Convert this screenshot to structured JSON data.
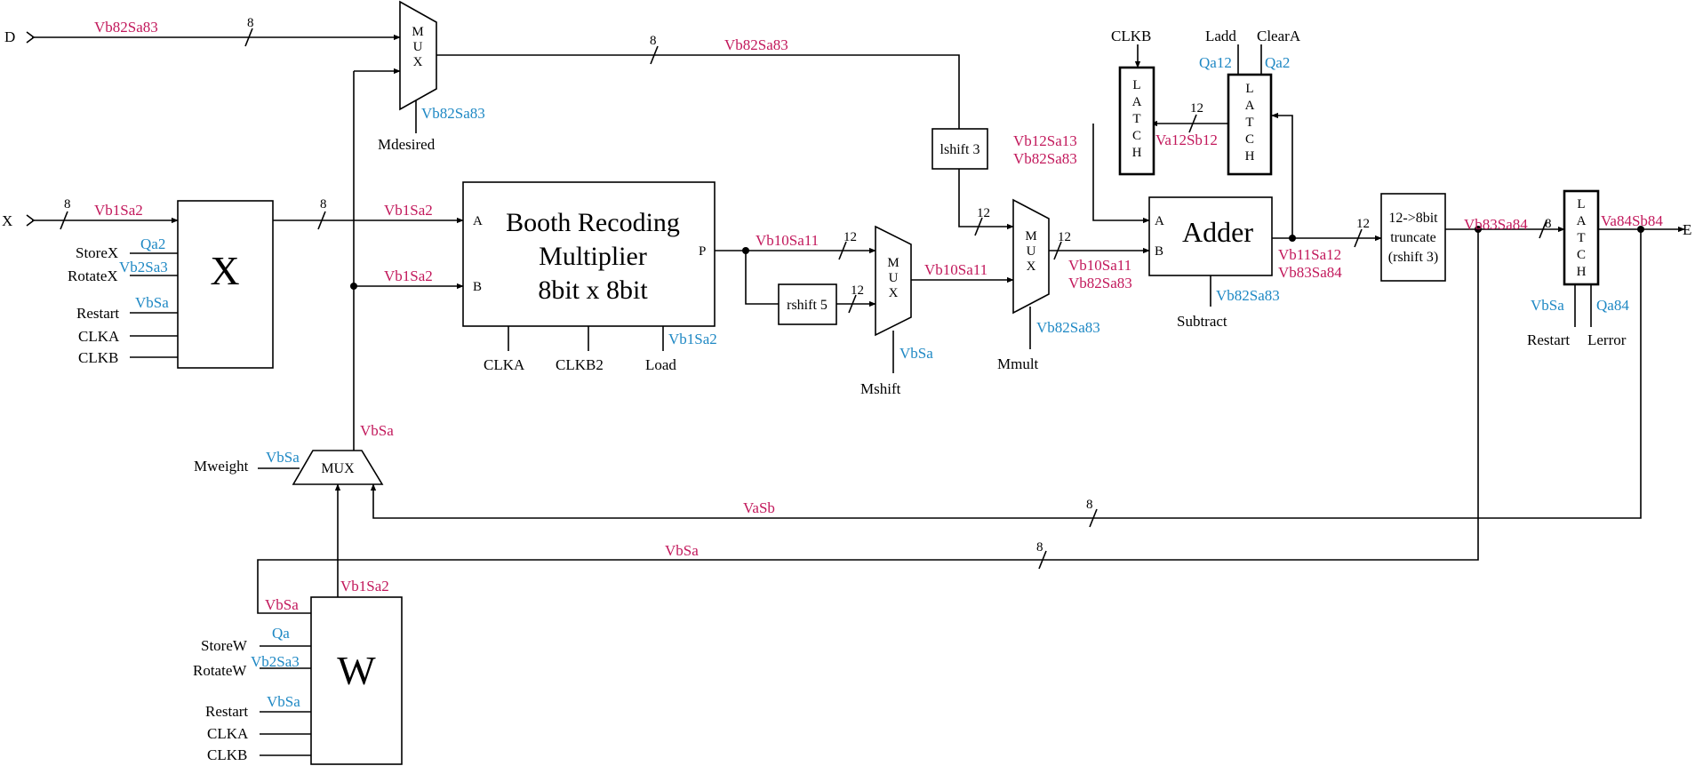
{
  "colors": {
    "signal": "#c2185b",
    "control": "#1e88c4",
    "line": "#000000"
  },
  "io": {
    "d": "D",
    "x": "X",
    "e": "E"
  },
  "widths": {
    "w8": "8",
    "w12": "12"
  },
  "signals": {
    "vb82sa83": "Vb82Sa83",
    "vb1sa2": "Vb1Sa2",
    "vb10sa11": "Vb10Sa11",
    "vb12sa13": "Vb12Sa13",
    "va12sb12": "Va12Sb12",
    "vb11sa12": "Vb11Sa12",
    "vb83sa84": "Vb83Sa84",
    "va84sb84": "Va84Sb84",
    "vbsa": "VbSa",
    "vasb": "VaSb",
    "vb2sa3": "Vb2Sa3",
    "qa": "Qa",
    "qa2": "Qa2",
    "qa12": "Qa12",
    "qa84": "Qa84"
  },
  "controls": {
    "mdesired": "Mdesired",
    "mweight": "Mweight",
    "mshift": "Mshift",
    "mmult": "Mmult",
    "subtract": "Subtract",
    "storex": "StoreX",
    "rotatex": "RotateX",
    "storew": "StoreW",
    "rotatew": "RotateW",
    "restart": "Restart",
    "clka": "CLKA",
    "clkb": "CLKB",
    "clkb2": "CLKB2",
    "load": "Load",
    "ladd": "Ladd",
    "cleara": "ClearA",
    "lerror": "Lerror"
  },
  "blocks": {
    "x_reg": "X",
    "w_reg": "W",
    "booth_l1": "Booth Recoding",
    "booth_l2": "Multiplier",
    "booth_l3": "8bit x 8bit",
    "adder": "Adder",
    "lshift": "lshift 3",
    "rshift": "rshift 5",
    "trunc_l1": "12->8bit",
    "trunc_l2": "truncate",
    "trunc_l3": "(rshift 3)",
    "mux": "MUX",
    "latch": "LATCH",
    "port_a": "A",
    "port_b": "B",
    "port_p": "P"
  }
}
